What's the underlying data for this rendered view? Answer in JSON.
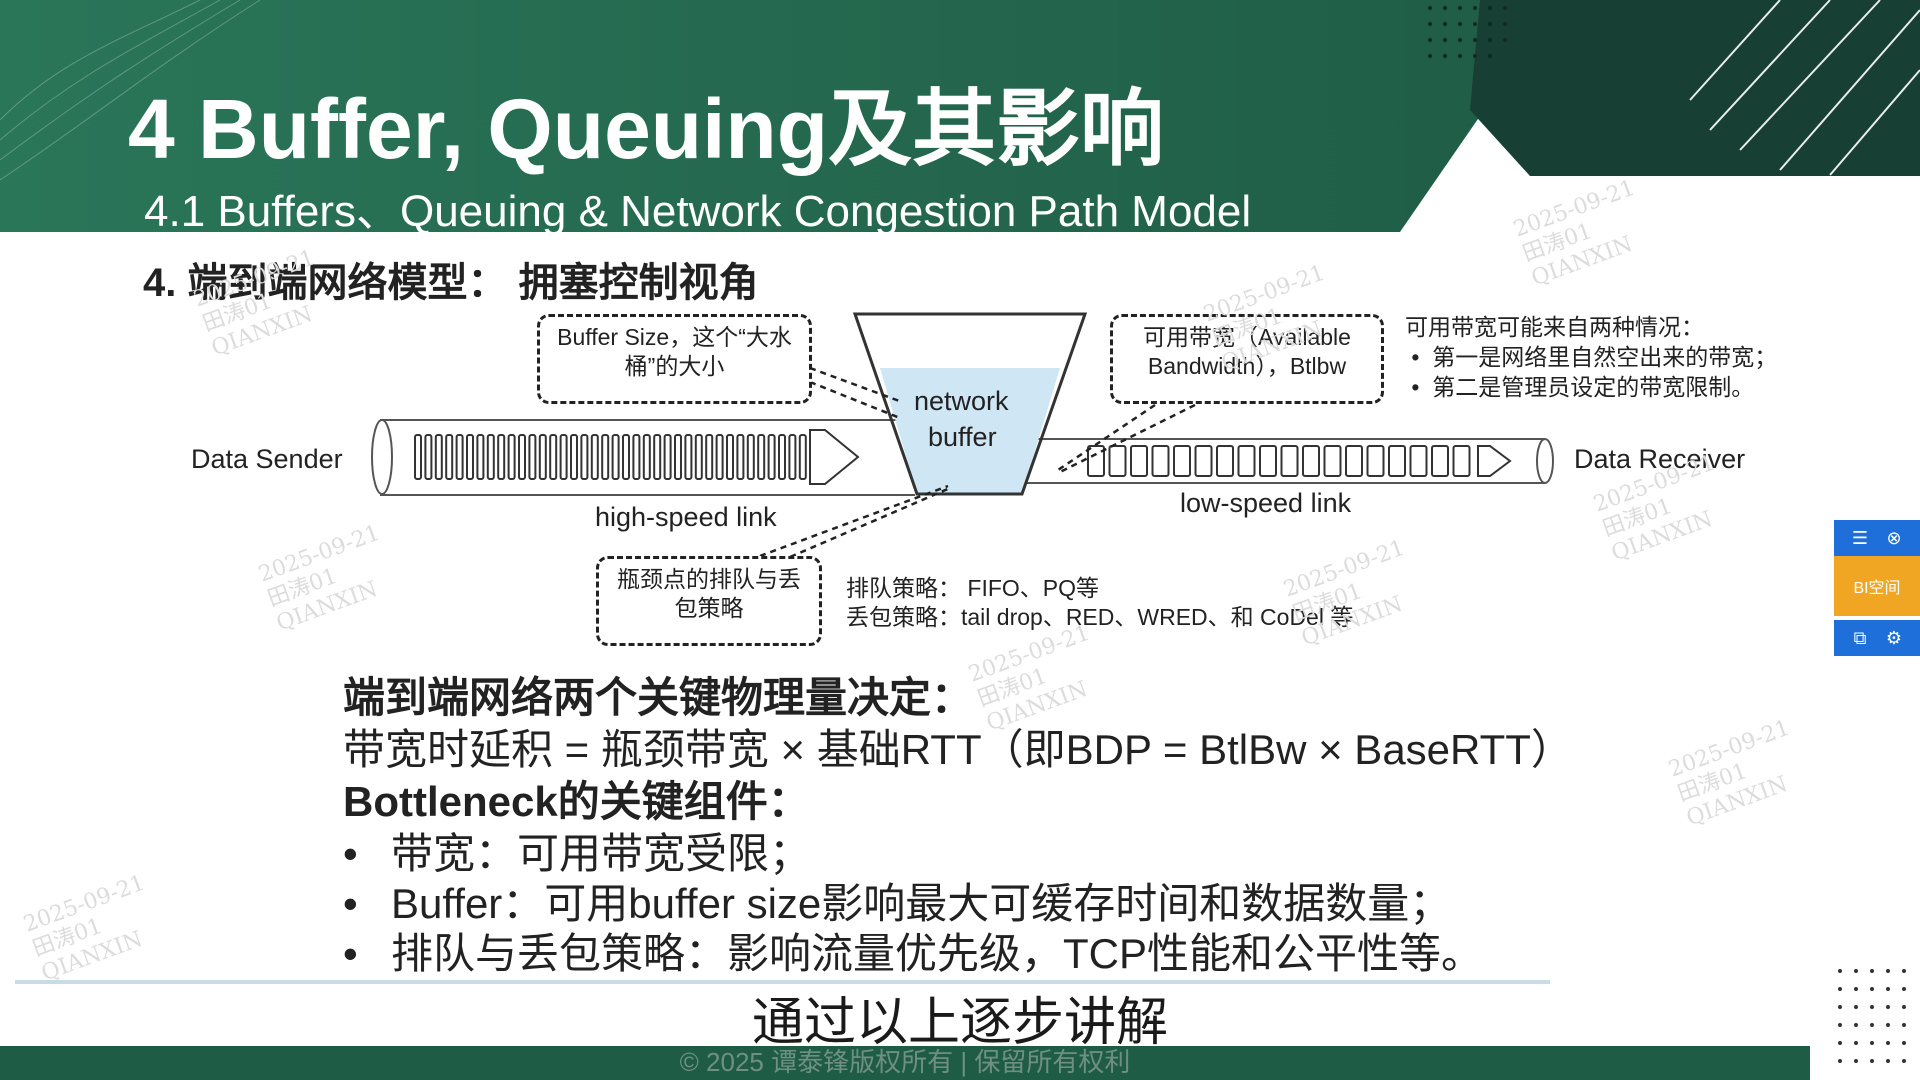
{
  "slide": {
    "title": "4 Buffer, Queuing及其影响",
    "subtitle": "4.1 Buffers、Queuing & Network Congestion Path Model",
    "section_heading": "4. 端到端网络模型： 拥塞控制视角"
  },
  "diagram": {
    "sender_label": "Data Sender",
    "receiver_label": "Data Receiver",
    "high_link_label": "high-speed link",
    "low_link_label": "low-speed link",
    "buffer_label_line1": "network",
    "buffer_label_line2": "buffer",
    "box_buffer_size_line1": "Buffer Size，这个“大水",
    "box_buffer_size_line2": "桶”的大小",
    "box_bandwidth_line1": "可用带宽（Available",
    "box_bandwidth_line2": "Bandwidth），Btlbw",
    "box_queue_line1": "瓶颈点的排队与丢",
    "box_queue_line2": "包策略",
    "bandwidth_note_title": "可用带宽可能来自两种情况：",
    "bandwidth_note_items": [
      "第一是网络里自然空出来的带宽；",
      "第二是管理员设定的带宽限制。"
    ],
    "queue_policy": "排队策略：  FIFO、PQ等",
    "drop_policy": "丢包策略：tail drop、RED、WRED、和 CoDel 等"
  },
  "body": {
    "heading1": "端到端网络两个关键物理量决定：",
    "formula": "带宽时延积 = 瓶颈带宽 × 基础RTT（即BDP = BtlBw × BaseRTT）",
    "heading2": "Bottleneck的关键组件：",
    "bullets": [
      "带宽：可用带宽受限；",
      "Buffer：可用buffer size影响最大可缓存时间和数据数量；",
      "排队与丢包策略：影响流量优先级，TCP性能和公平性等。"
    ]
  },
  "caption": "通过以上逐步讲解",
  "footer": {
    "copyright": "© 2025 谭泰锋版权所有 | 保留所有权利"
  },
  "toolbar": {
    "middle_label": "BI空间",
    "icons": [
      "list-icon",
      "close-circle-icon",
      "popout-icon",
      "settings-icon"
    ]
  },
  "watermark": {
    "lines": "2025-09-21\n田涛01\nQIANXIN"
  },
  "colors": {
    "header_dark": "#1f5c46",
    "header_light": "#2e7a5c",
    "buffer_water": "#cfe7f5",
    "toolbar_blue": "#1e6fd9",
    "toolbar_orange": "#f0a623"
  }
}
